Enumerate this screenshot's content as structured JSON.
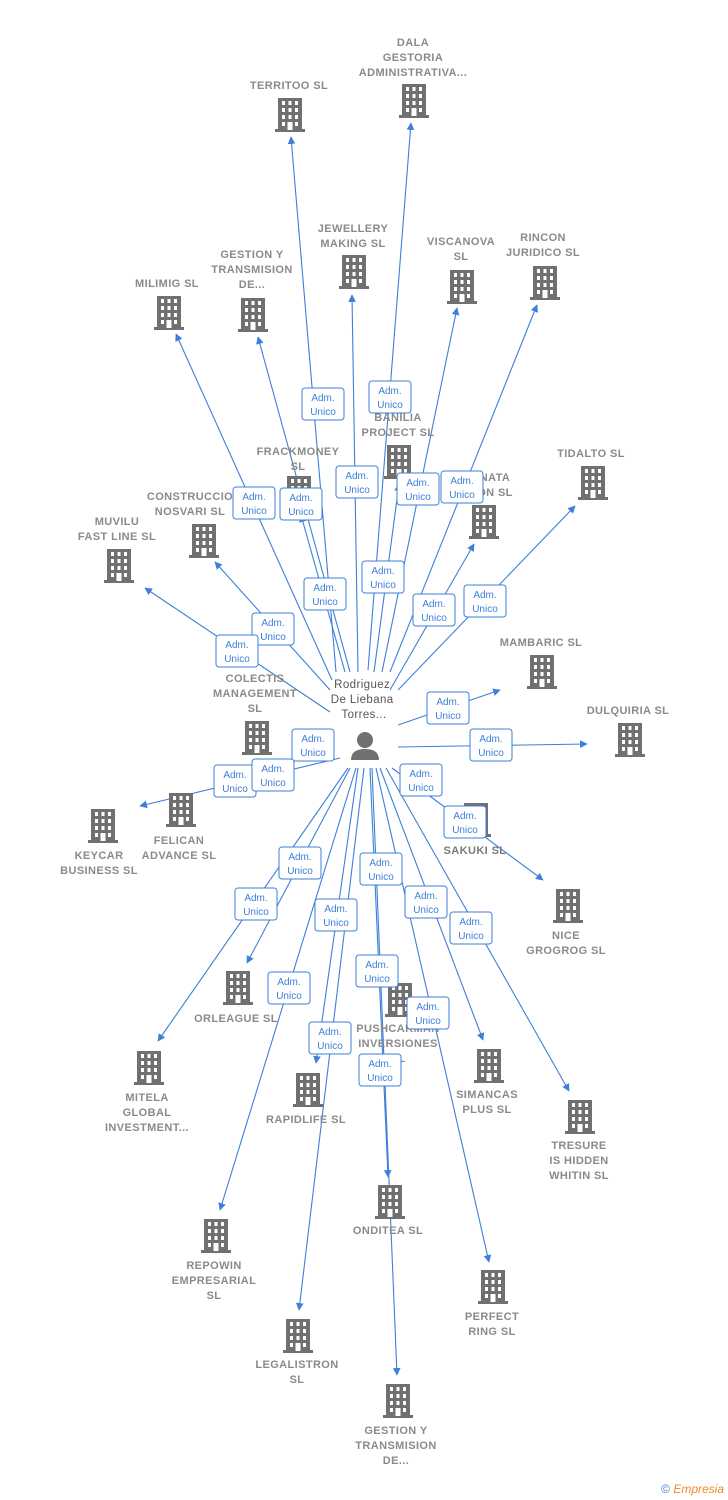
{
  "person": {
    "label": [
      "Rodriguez",
      "De Liebana",
      "Torres..."
    ]
  },
  "colors": {
    "edge": "#3d7fd9",
    "building": "#707070",
    "label": "#8a8a8a",
    "highlight_edge": "#e8643a"
  },
  "role_label": [
    "Adm.",
    "Unico"
  ],
  "companies": [
    {
      "id": "territoo",
      "label": [
        "TERRITOO  SL"
      ]
    },
    {
      "id": "dala",
      "label": [
        "DALA",
        "GESTORIA",
        "ADMINISTRATIVA..."
      ]
    },
    {
      "id": "jewellery",
      "label": [
        "JEWELLERY",
        "MAKING  SL"
      ]
    },
    {
      "id": "viscanova",
      "label": [
        "VISCANOVA",
        "SL"
      ]
    },
    {
      "id": "rincon",
      "label": [
        "RINCON",
        "JURIDICO SL"
      ]
    },
    {
      "id": "gestion1",
      "label": [
        "GESTION Y",
        "TRANSMISION",
        "DE..."
      ]
    },
    {
      "id": "milimig",
      "label": [
        "MILIMIG  SL"
      ]
    },
    {
      "id": "banilia",
      "label": [
        "BANILIA",
        "PROJECT  SL"
      ]
    },
    {
      "id": "frackmoney",
      "label": [
        "FRACKMONEY",
        "SL"
      ]
    },
    {
      "id": "tidalto",
      "label": [
        "TIDALTO  SL"
      ]
    },
    {
      "id": "nata",
      "label": [
        "NATA",
        "ON  SL"
      ]
    },
    {
      "id": "construccio",
      "label": [
        "CONSTRUCCIO",
        "NOSVARI SL"
      ]
    },
    {
      "id": "muvilu",
      "label": [
        "MUVILU",
        "FAST LINE  SL"
      ]
    },
    {
      "id": "mambaric",
      "label": [
        "MAMBARIC  SL"
      ]
    },
    {
      "id": "colectis",
      "label": [
        "COLECTIS",
        "MANAGEMENT",
        "SL"
      ]
    },
    {
      "id": "dulquiria",
      "label": [
        "DULQUIRIA  SL"
      ]
    },
    {
      "id": "keycar",
      "label": [
        "KEYCAR",
        "BUSINESS  SL"
      ]
    },
    {
      "id": "felican",
      "label": [
        "FELICAN",
        "ADVANCE  SL"
      ]
    },
    {
      "id": "sakuki",
      "label": [
        "SAKUKI  SL"
      ]
    },
    {
      "id": "nice",
      "label": [
        "NICE",
        "GROGROG  SL"
      ]
    },
    {
      "id": "orleague",
      "label": [
        "ORLEAGUE  SL"
      ]
    },
    {
      "id": "pushcarman",
      "label": [
        "PUSHCARMAN",
        "INVERSIONES",
        "SL"
      ]
    },
    {
      "id": "mitela",
      "label": [
        "MITELA",
        "GLOBAL",
        "INVESTMENT..."
      ]
    },
    {
      "id": "rapidlife",
      "label": [
        "RAPIDLIFE  SL"
      ]
    },
    {
      "id": "simancas",
      "label": [
        "SIMANCAS",
        "PLUS  SL"
      ]
    },
    {
      "id": "tresure",
      "label": [
        "TRESURE",
        "IS HIDDEN",
        "WHITIN  SL"
      ]
    },
    {
      "id": "onditea",
      "label": [
        "ONDITEA  SL"
      ]
    },
    {
      "id": "repowin",
      "label": [
        "REPOWIN",
        "EMPRESARIAL",
        "SL"
      ]
    },
    {
      "id": "perfect",
      "label": [
        "PERFECT",
        "RING  SL"
      ]
    },
    {
      "id": "legalistron",
      "label": [
        "LEGALISTRON",
        "SL"
      ]
    },
    {
      "id": "gestion2",
      "label": [
        "GESTION Y",
        "TRANSMISION",
        "DE..."
      ]
    }
  ],
  "footer": {
    "copyright": "©",
    "brand": "Empresia"
  }
}
